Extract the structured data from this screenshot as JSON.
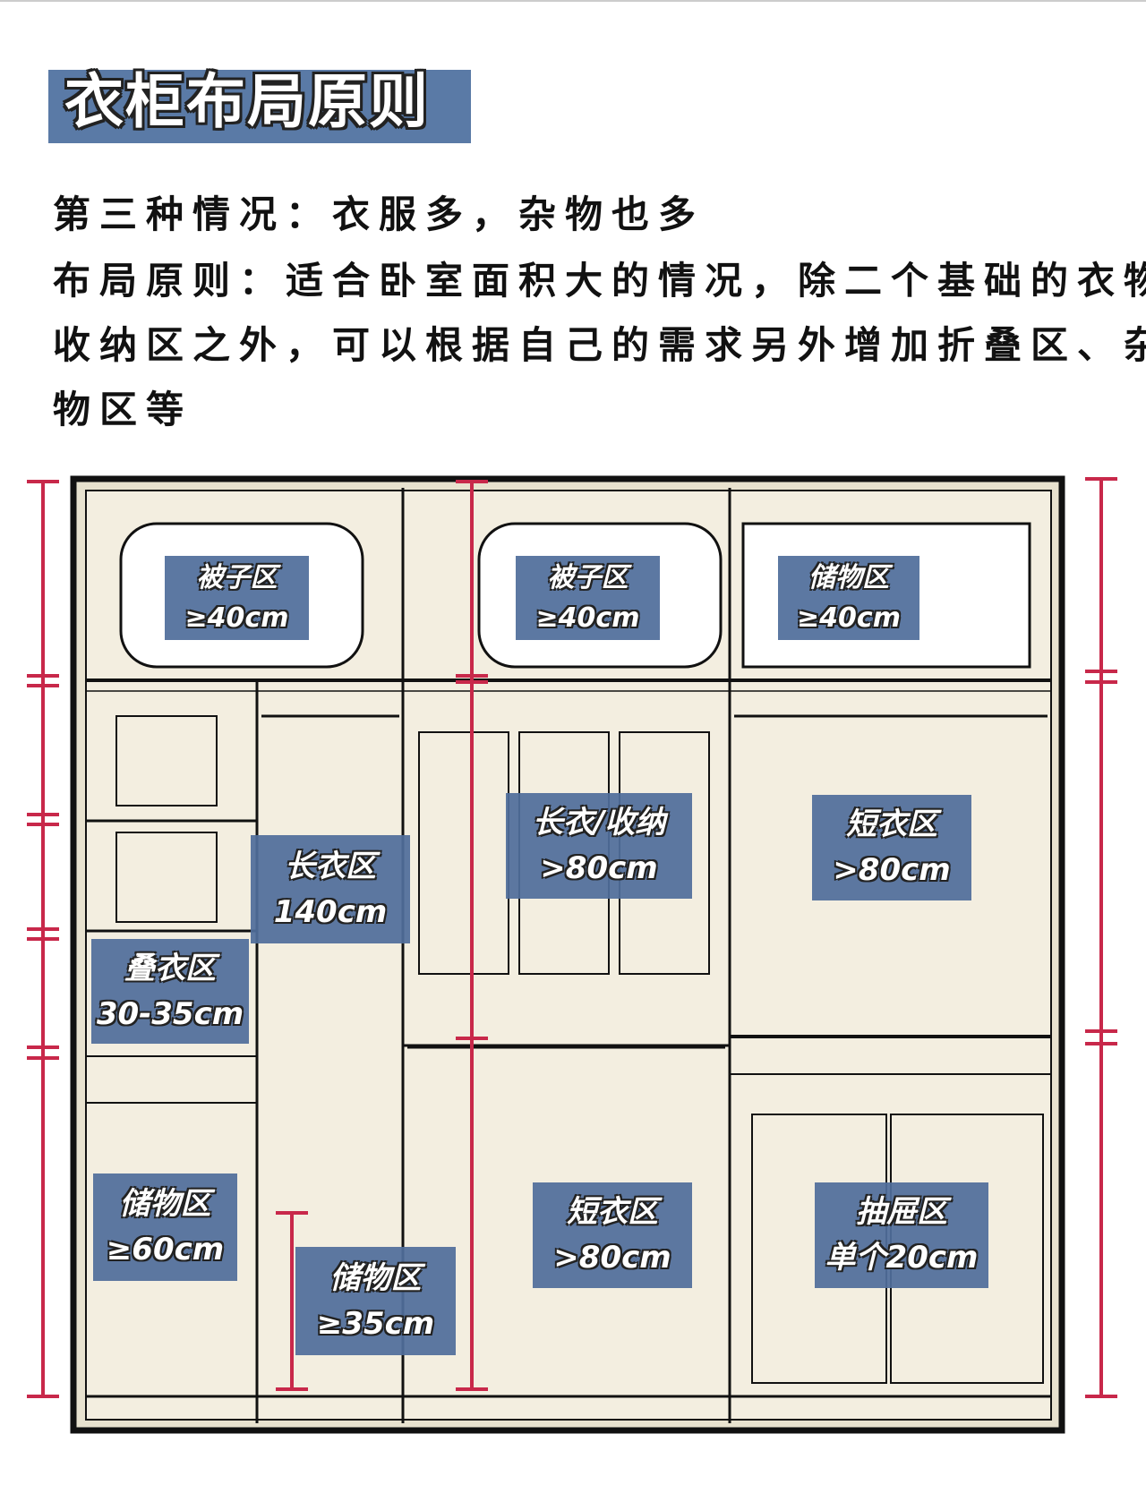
{
  "title": "衣柜布局原则",
  "intro": {
    "line1": "第三种情况：衣服多，杂物也多",
    "line2": "布局原则：适合卧室面积大的情况，除二个基础的衣物",
    "line3": "收纳区之外，可以根据自己的需求另外增加折叠区、杂",
    "line4": "物区等"
  },
  "zones": [
    {
      "name": "被子区",
      "size": "≥40cm"
    },
    {
      "name": "被子区",
      "size": "≥40cm"
    },
    {
      "name": "储物区",
      "size": "≥40cm"
    },
    {
      "name": "长衣/收纳",
      "size": ">80cm"
    },
    {
      "name": "短衣区",
      "size": ">80cm"
    },
    {
      "name": "长衣区",
      "size": "140cm"
    },
    {
      "name": "叠衣区",
      "size": "30-35cm"
    },
    {
      "name": "储物区",
      "size": "≥60cm"
    },
    {
      "name": "储物区",
      "size": "≥35cm"
    },
    {
      "name": "短衣区",
      "size": ">80cm"
    },
    {
      "name": "抽屉区",
      "size": "单个20cm"
    }
  ],
  "colors": {
    "label_bg": "#506e9b",
    "measure": "#c8284a",
    "cabinet": "#e8e2cf",
    "title_bg": "#5a7aa6"
  }
}
